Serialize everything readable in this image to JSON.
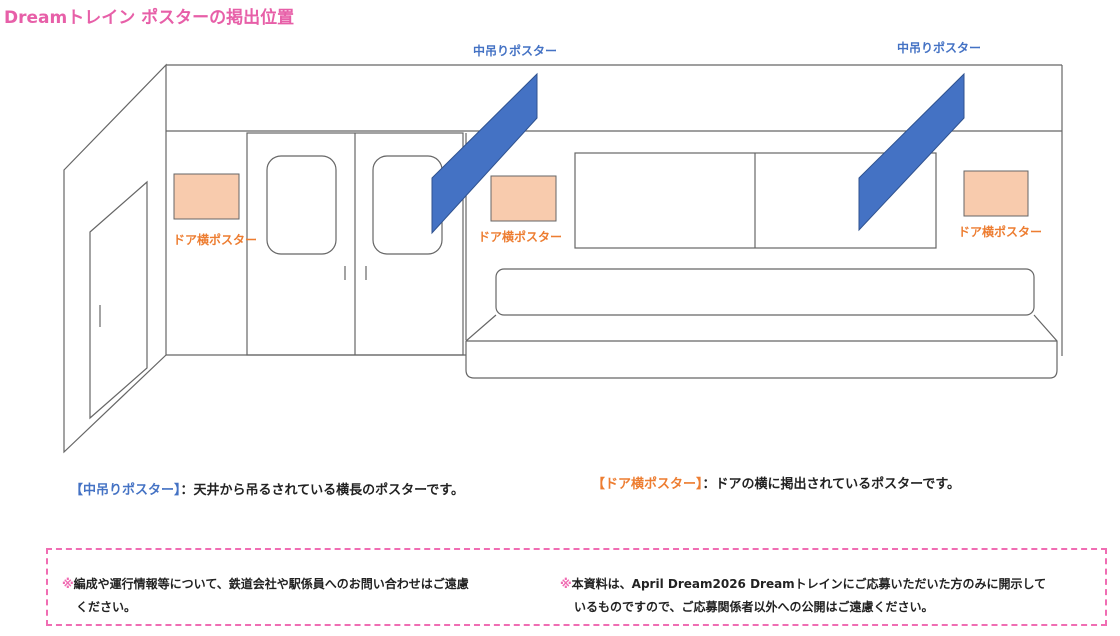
{
  "title": "Dreamトレイン ポスターの掲出位置",
  "labels": {
    "nakatsuri_1": "中吊りポスター",
    "nakatsuri_2": "中吊りポスター",
    "doayoko_1": "ドア横ポスター",
    "doayoko_2": "ドア横ポスター",
    "doayoko_3": "ドア横ポスター"
  },
  "legend": {
    "nakatsuri_tag": "【中吊りポスター】",
    "nakatsuri_desc": "：天井から吊るされている横長のポスターです。",
    "doayoko_tag": "【ドア横ポスター】",
    "doayoko_desc": "：ドアの横に掲出されているポスターです。"
  },
  "notes": {
    "mark": "※",
    "left_line1": "編成や運行情報等について、鉄道会社や駅係員へのお問い合わせはご遠慮",
    "left_line2": "ください。",
    "right_line1": "本資料は、April Dream2026 Dreamトレインにご応募いただいた方のみに開示して",
    "right_line2": "いるものですので、ご応募関係者以外への公開はご遠慮ください。"
  },
  "colors": {
    "title": "#e75fa8",
    "nakatsuri": "#4472c4",
    "doayoko_fill": "#f8cbad",
    "doayoko_text": "#ed7d31",
    "dashed_border": "#f06db3"
  }
}
